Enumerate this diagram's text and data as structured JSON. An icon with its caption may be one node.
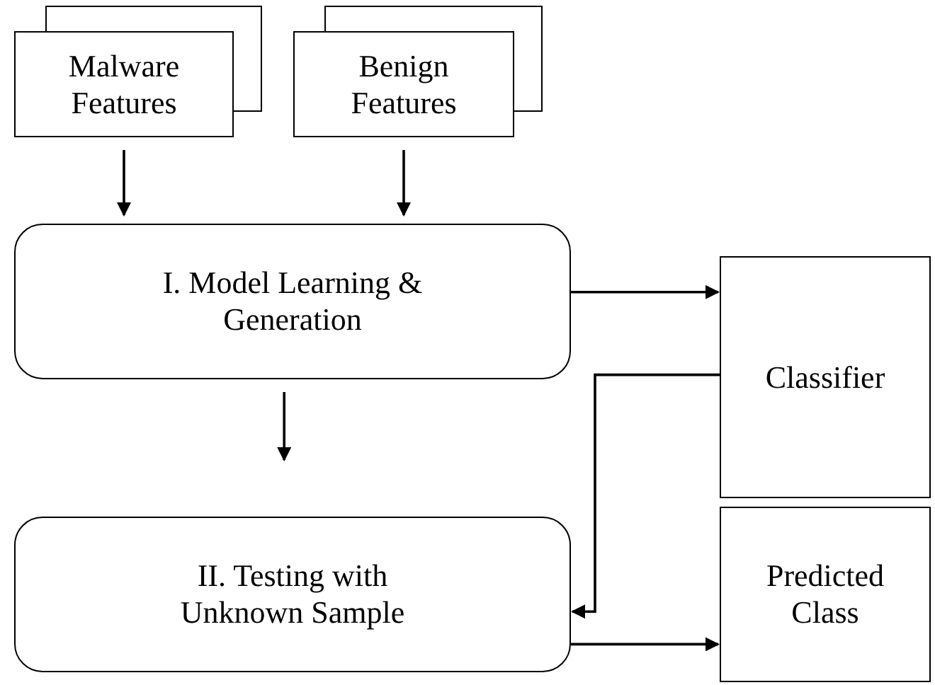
{
  "diagram": {
    "nodes": [
      {
        "text": [
          "Malware Features"
        ]
      },
      {
        "text": [
          "Benign Features"
        ]
      },
      {
        "text": [
          "I. Model Learning & Generation"
        ]
      },
      {
        "text": [
          "Classifier"
        ]
      },
      {
        "text": [
          "II. Testing with Unknown Sample"
        ]
      },
      {
        "text": [
          "Predicted Class"
        ]
      }
    ],
    "edges": [
      {
        "from": 0,
        "to": 2,
        "arrow": "to"
      },
      {
        "from": 1,
        "to": 2,
        "arrow": "to"
      },
      {
        "from": 2,
        "to": 3,
        "arrow": "to"
      },
      {
        "from": 2,
        "to": 4,
        "arrow": "to"
      },
      {
        "from": 3,
        "to": 4,
        "arrow": "to"
      },
      {
        "from": 4,
        "to": 5,
        "arrow": "to"
      }
    ]
  }
}
